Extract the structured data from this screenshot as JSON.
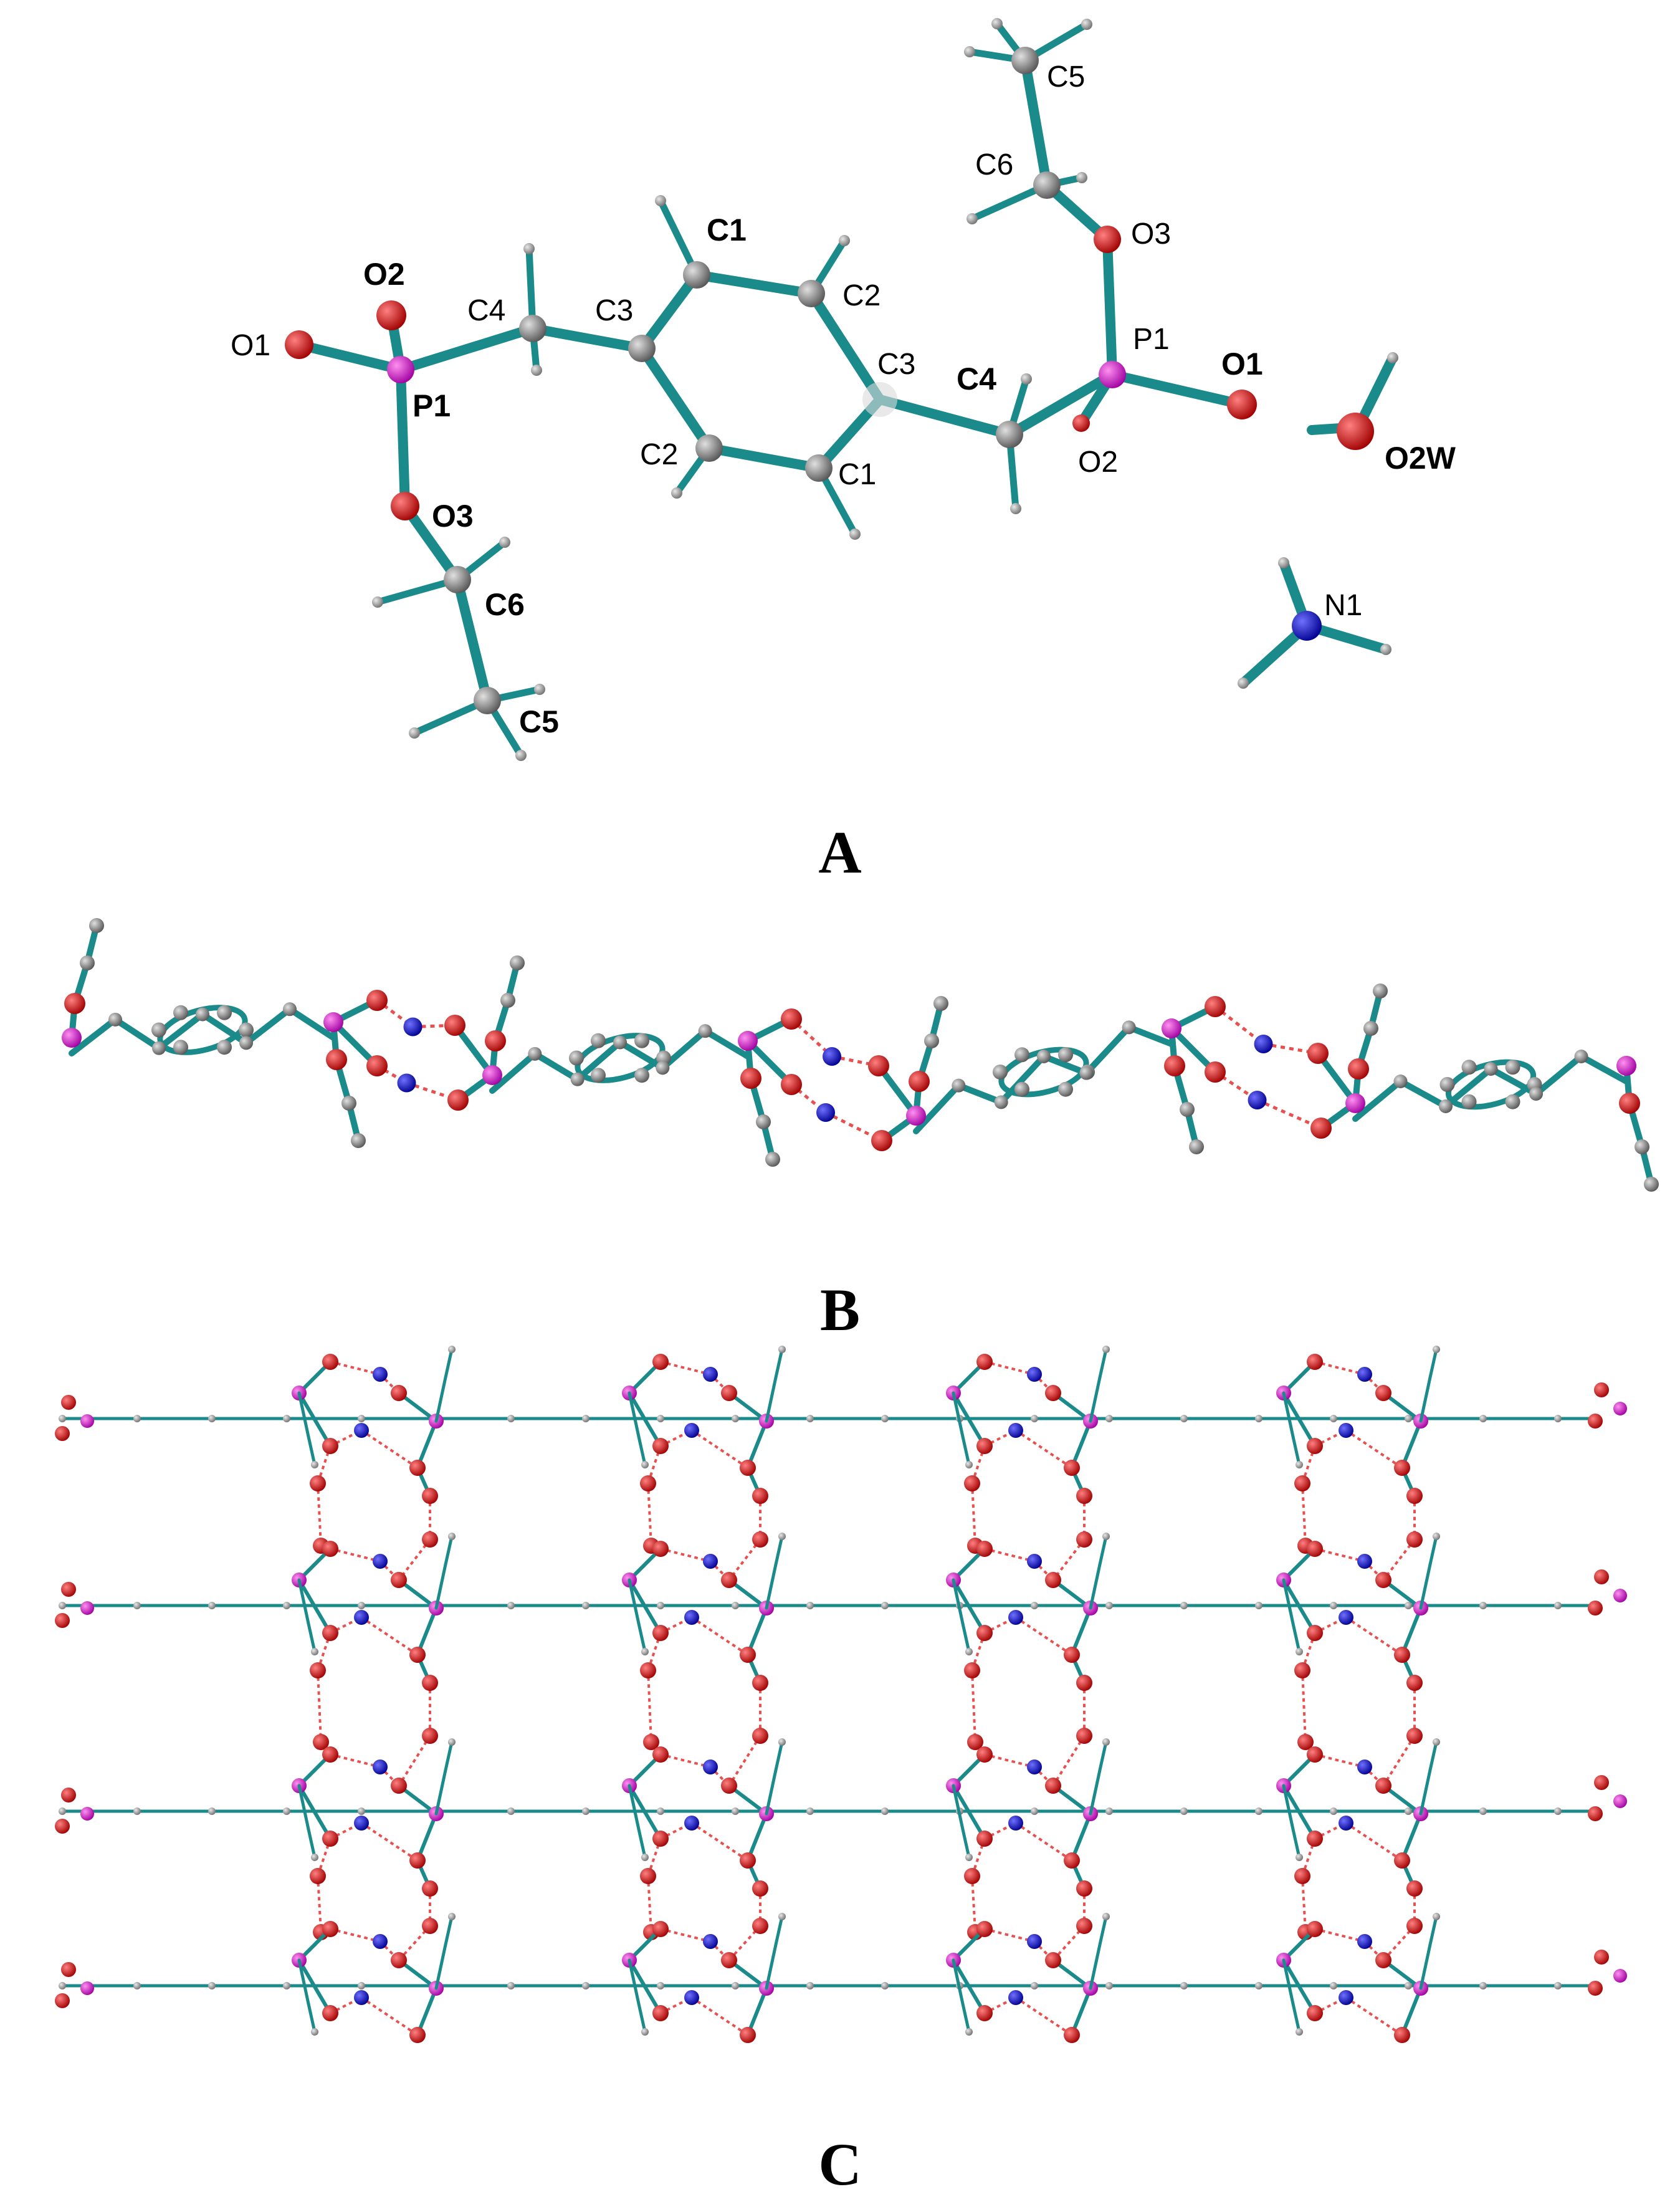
{
  "panels": {
    "a": {
      "letter": "A",
      "atoms": {
        "o1_left": "O1",
        "o2_left": "O2",
        "p1_left": "P1",
        "o3_left": "O3",
        "c4_left": "C4",
        "c3_left": "C3",
        "c6_left": "C6",
        "c5_left": "C5",
        "c1_top": "C1",
        "c2_top": "C2",
        "c2_bottom": "C2",
        "c1_bottom": "C1",
        "c3_right": "C3",
        "c4_right": "C4",
        "p1_right": "P1",
        "o1_right": "O1",
        "o2_right": "O2",
        "o3_right": "O3",
        "c6_right": "C6",
        "c5_right": "C5",
        "o2w": "O2W",
        "n1": "N1"
      }
    },
    "b": {
      "letter": "B"
    },
    "c": {
      "letter": "C"
    }
  },
  "colors": {
    "bond": "#1a8a8a",
    "carbon": "#808080",
    "hydrogen": "#9a9a9a",
    "oxygen": "#e00000",
    "phosphorus": "#e020d0",
    "nitrogen": "#1010d0",
    "hbond": "#e85050"
  }
}
